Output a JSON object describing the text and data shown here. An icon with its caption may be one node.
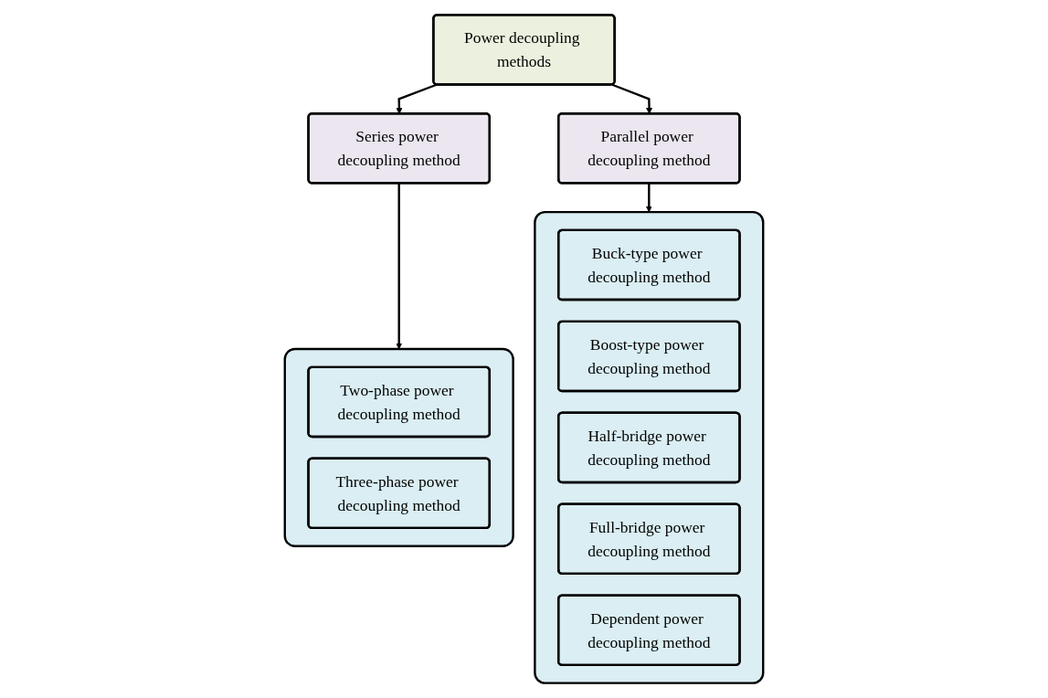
{
  "diagram": {
    "nodes": [
      {
        "text": [
          "Power decoupling methods"
        ]
      },
      {
        "text": [
          "Series power decoupling method"
        ]
      },
      {
        "text": [
          "Parallel power decoupling method"
        ]
      },
      {
        "text": [],
        "shape": "box"
      },
      {
        "text": [
          "Two-phase power decoupling method"
        ],
        "in": 3
      },
      {
        "text": [
          "Three-phase power decoupling method"
        ],
        "in": 3
      },
      {
        "text": [],
        "shape": "box"
      },
      {
        "text": [
          "Buck-type power decoupling method"
        ],
        "in": 6
      },
      {
        "text": [
          "Boost-type power decoupling method"
        ],
        "in": 6
      },
      {
        "text": [
          "Half-bridge power decoupling method"
        ],
        "in": 6
      },
      {
        "text": [
          "Full-bridge power decoupling method"
        ],
        "in": 6
      },
      {
        "text": [
          "Dependent power decoupling method"
        ],
        "in": 6
      }
    ],
    "edges": [
      {
        "from": 0,
        "to": 1,
        "arrow": "to"
      },
      {
        "from": 0,
        "to": 2,
        "arrow": "to"
      },
      {
        "from": 1,
        "to": 3,
        "arrow": "to"
      },
      {
        "from": 2,
        "to": 6,
        "arrow": "to"
      }
    ]
  }
}
